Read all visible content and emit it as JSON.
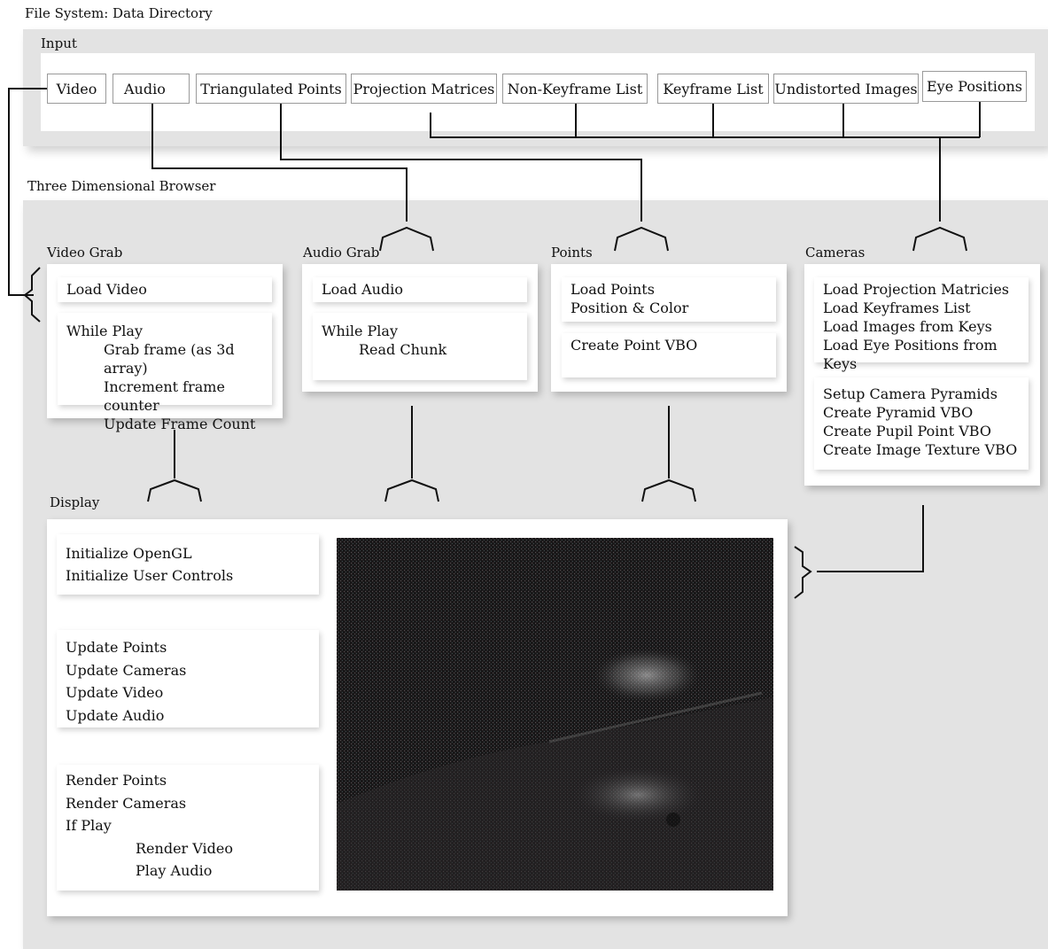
{
  "title": "File System: Data Directory",
  "input": {
    "label": "Input",
    "items": [
      "Video",
      "Audio",
      "Triangulated Points",
      "Projection Matrices",
      "Non-Keyframe List",
      "Keyframe List",
      "Undistorted Images",
      "Eye Positions"
    ]
  },
  "browser": {
    "label": "Three Dimensional Browser",
    "video_grab": {
      "label": "Video Grab",
      "load": "Load Video",
      "while_play": "While Play",
      "steps": [
        "Grab frame (as 3d array)",
        "Increment frame counter",
        "Update Frame Count"
      ]
    },
    "audio_grab": {
      "label": "Audio Grab",
      "load": "Load Audio",
      "while_play": "While Play",
      "steps": [
        "Read Chunk"
      ]
    },
    "points": {
      "label": "Points",
      "load": [
        "Load Points",
        "Position & Color"
      ],
      "create": "Create Point VBO"
    },
    "cameras": {
      "label": "Cameras",
      "load": [
        "Load Projection Matricies",
        "Load Keyframes List",
        "Load Images from Keys",
        "Load Eye Positions from Keys"
      ],
      "setup": [
        "Setup Camera Pyramids",
        "Create Pyramid VBO",
        "Create Pupil Point VBO",
        "Create Image Texture VBO"
      ]
    },
    "display": {
      "label": "Display",
      "init": [
        "Initialize OpenGL",
        "Initialize User Controls"
      ],
      "update": [
        "Update Points",
        "Update Cameras",
        "Update Video",
        "Update Audio"
      ],
      "render": [
        "Render Points",
        "Render Cameras",
        "If Play"
      ],
      "render_play": [
        "Render Video",
        "Play Audio"
      ]
    }
  }
}
